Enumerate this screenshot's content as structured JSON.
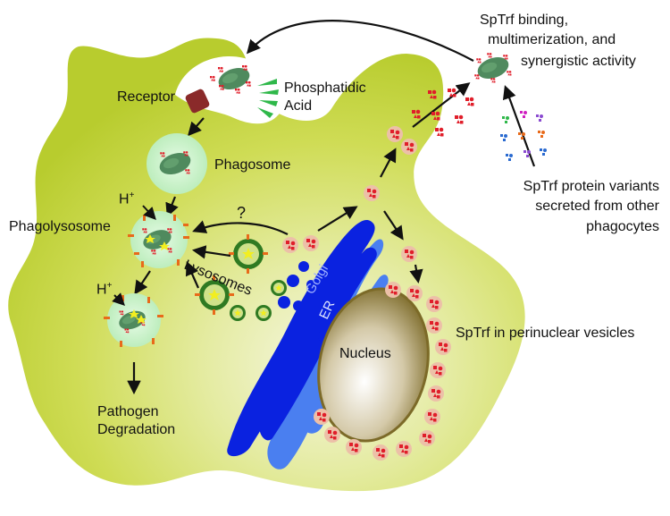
{
  "labels": {
    "receptor": "Receptor",
    "phosphatidic": "Phosphatidic",
    "acid": "Acid",
    "phagosome": "Phagosome",
    "h1_base": "H",
    "h1_sup": "+",
    "h2_base": "H",
    "h2_sup": "+",
    "phagolysosome": "Phagolysosome",
    "question": "?",
    "lysosomes": "Lysosomes",
    "golgi": "Golgi",
    "er": "ER",
    "nucleus": "Nucleus",
    "pathogen": "Pathogen",
    "degradation": "Degradation",
    "spt_binding_1": "SpTrf binding,",
    "spt_binding_2": "multimerization, and",
    "spt_binding_3": "synergistic activity",
    "variants_1": "SpTrf protein variants",
    "variants_2": "secreted from other",
    "variants_3": "phagocytes",
    "perinuclear": "SpTrf in perinuclear vesicles"
  },
  "colors": {
    "cell_fill": "#c8d94a",
    "cell_light": "#eef2c8",
    "golgi": "#0a22e0",
    "er": "#4a7ff0",
    "vesicle": "#ecc0a8",
    "spt_red": "#e01e2a",
    "phagosome": "#c8f0c8",
    "pathogen": "#5a9a6a",
    "lysosome_ring": "#2f8a2a",
    "lysosome_core": "#e8f030",
    "acid_green": "#2fb84a",
    "receptor": "#8a2a2a",
    "proton_pump": "#e86a1a"
  },
  "icons": {
    "arrow": "arrow-icon",
    "star": "star-icon"
  }
}
